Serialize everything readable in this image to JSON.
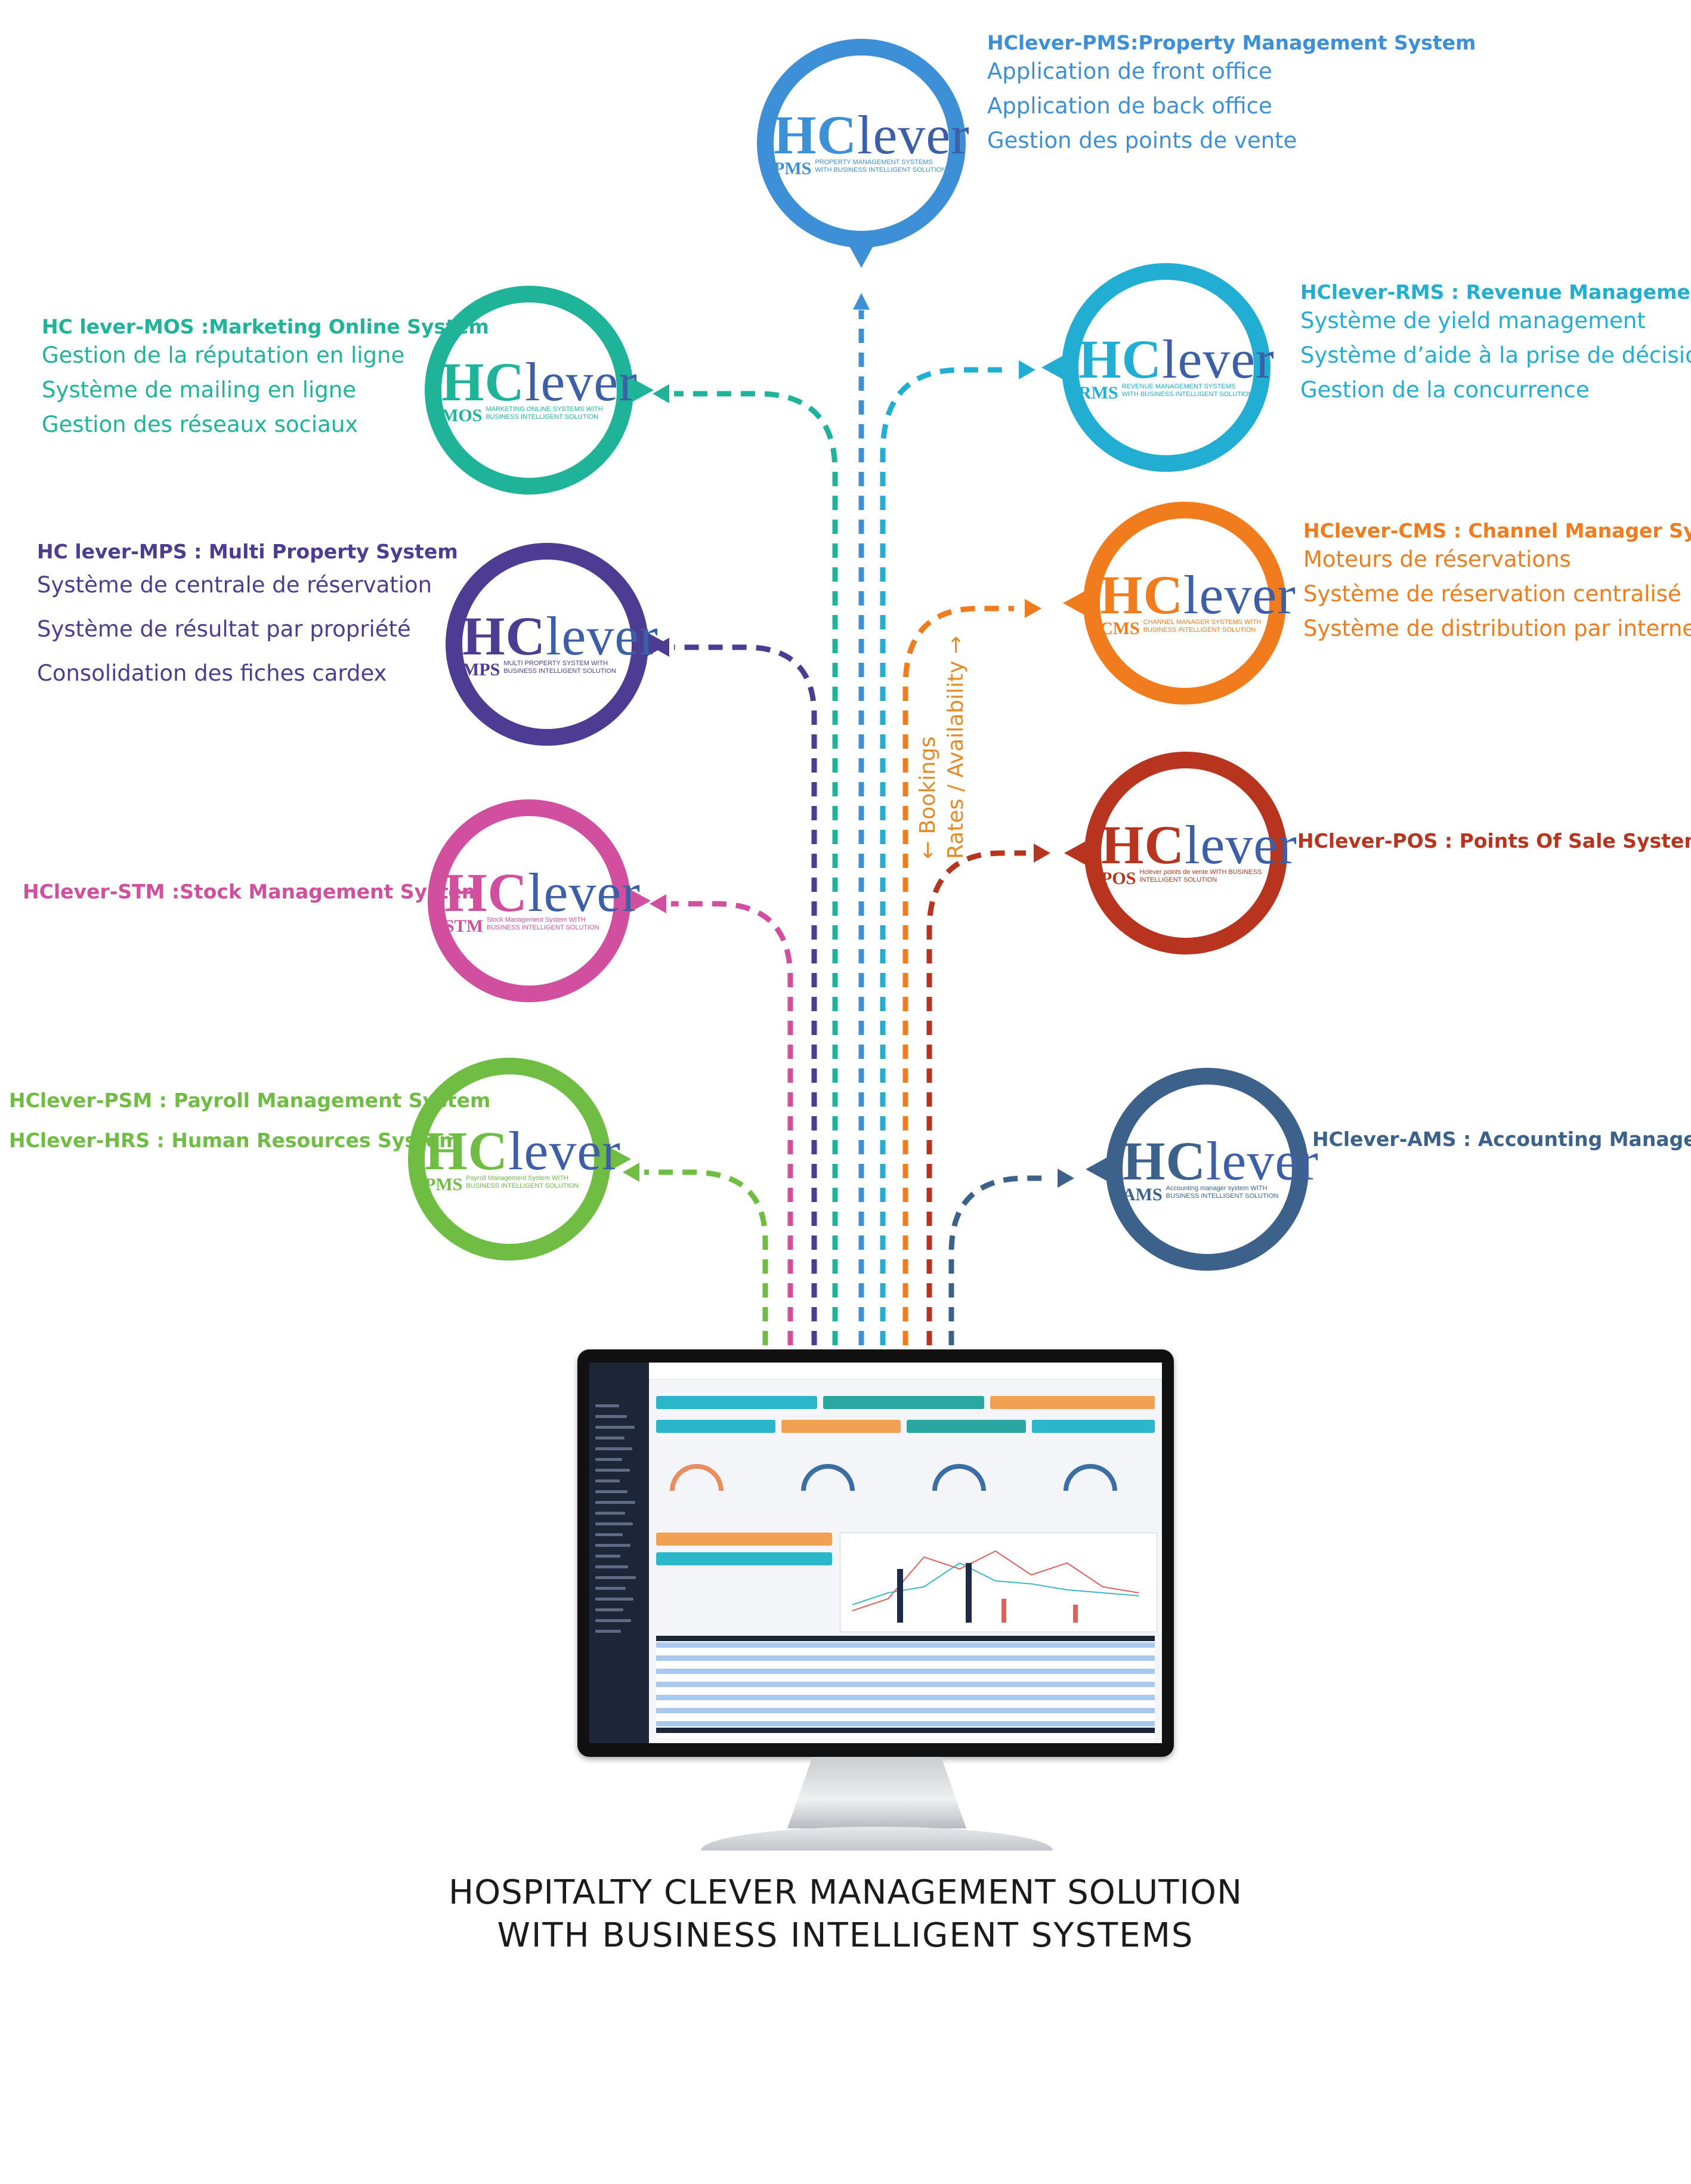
{
  "colors": {
    "pms": "#3d8fd6",
    "rms": "#22aed3",
    "mos": "#1fb49a",
    "mps": "#4c3d92",
    "cms": "#f07c1d",
    "stm": "#d14f9f",
    "pos": "#b7351f",
    "psm": "#6fbd43",
    "ams": "#3c628c",
    "logo_blue": "#3d5fa8"
  },
  "systems": [
    {
      "key": "pms",
      "abbr": "PMS",
      "logo_sub": "PROPERTY MANAGEMENT SYSTEMS WITH BUSINESS INTELLIGENT SOLUTION",
      "title": "HClever-PMS:Property Management System",
      "items": [
        "Application de front office",
        "Application de back office",
        "Gestion des points de vente"
      ]
    },
    {
      "key": "rms",
      "abbr": "RMS",
      "logo_sub": "REVENUE MANAGEMENT SYSTEMS WITH BUSINESS INTELLIGENT SOLUTION",
      "title": "HClever-RMS : Revenue Management System",
      "items": [
        "Système de yield management",
        "Système d’aide à la prise de décision",
        "Gestion de la concurrence"
      ]
    },
    {
      "key": "mos",
      "abbr": "MOS",
      "logo_sub": "MARKETING ONLINE SYSTEMS WITH BUSINESS INTELLIGENT SOLUTION",
      "title": "HC lever-MOS :Marketing Online System",
      "items": [
        "Gestion de la réputation en ligne",
        "Système de mailing en ligne",
        "Gestion des réseaux sociaux"
      ]
    },
    {
      "key": "mps",
      "abbr": "MPS",
      "logo_sub": "MULTI PROPERTY SYSTEM WITH BUSINESS INTELLIGENT SOLUTION",
      "title": "HC lever-MPS : Multi Property System",
      "items": [
        "Système de centrale de réservation",
        "Système de résultat par propriété",
        "Consolidation des fiches cardex"
      ]
    },
    {
      "key": "cms",
      "abbr": "CMS",
      "logo_sub": "CHANNEL MANAGER SYSTEMS WITH BUSINESS INTELLIGENT SOLUTION",
      "title": "HClever-CMS : Channel Manager System",
      "items": [
        "Moteurs de réservations",
        "Système de réservation centralisé",
        "Système de distribution par internet"
      ]
    },
    {
      "key": "stm",
      "abbr": "STM",
      "logo_sub": "Stock Management System WITH BUSINESS INTELLIGENT SOLUTION",
      "title": "HClever-STM :Stock Management System",
      "items": []
    },
    {
      "key": "pos",
      "abbr": "POS",
      "logo_sub": "Hclever points de vente WITH BUSINESS INTELLIGENT SOLUTION",
      "title": "HClever-POS : Points Of Sale System",
      "items": []
    },
    {
      "key": "psm",
      "abbr": "PMS",
      "logo_sub": "Payroll Management System WITH BUSINESS INTELLIGENT SOLUTION",
      "title": "HClever-PSM : Payroll Management System",
      "items": [
        "HClever-HRS : Human Resources System"
      ]
    },
    {
      "key": "ams",
      "abbr": "AMS",
      "logo_sub": "Accounting manager system WITH BUSINESS INTELLIGENT SOLUTION",
      "title": "HClever-AMS : Accounting Management system",
      "items": []
    }
  ],
  "logo_word": {
    "hc": "HC",
    "rest": "lever"
  },
  "flow_labels": {
    "bookings": "← Bookings",
    "rates": "Rates / Availability →"
  },
  "footer": {
    "line1": "HOSPITALTY CLEVER MANAGEMENT SOLUTION",
    "line2": "WITH BUSINESS INTELLIGENT SYSTEMS"
  }
}
